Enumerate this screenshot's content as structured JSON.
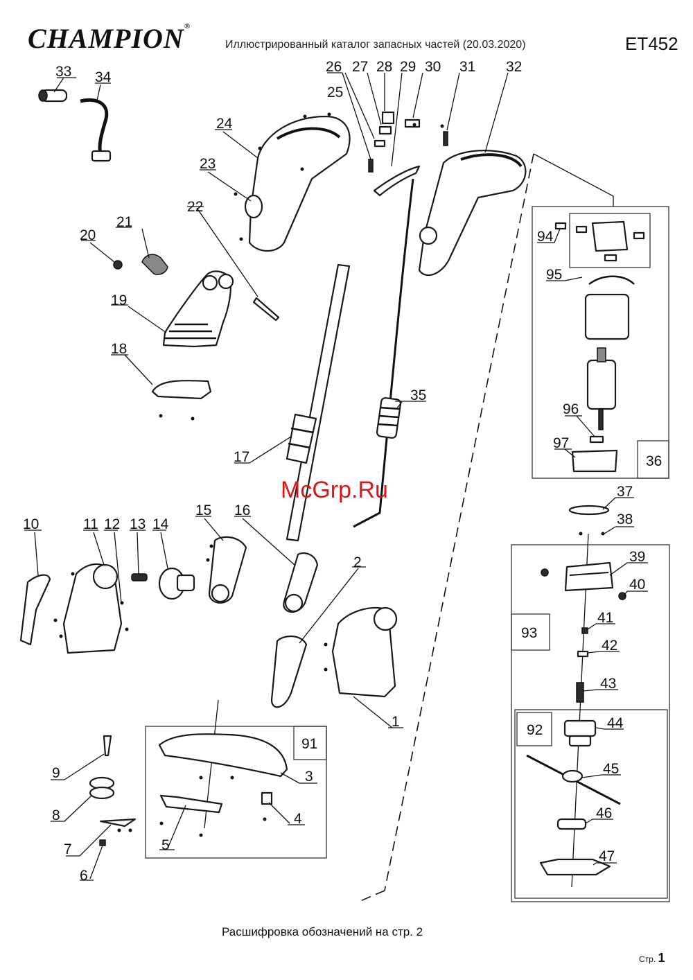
{
  "header": {
    "brand": "CHAMPION",
    "brand_mark": "®",
    "title": "Иллюстрированный каталог запасных частей (20.03.2020)",
    "model": "ET452"
  },
  "footer": {
    "note": "Расшифровка обозначений на стр. 2",
    "page_prefix": "Стр.",
    "page_number": "1"
  },
  "watermark": "McGrp.Ru",
  "part_labels": {
    "p1": "1",
    "p2": "2",
    "p3": "3",
    "p4": "4",
    "p5": "5",
    "p6": "6",
    "p7": "7",
    "p8": "8",
    "p9": "9",
    "p10": "10",
    "p11": "11",
    "p12": "12",
    "p13": "13",
    "p14": "14",
    "p15": "15",
    "p16": "16",
    "p17": "17",
    "p18": "18",
    "p19": "19",
    "p20": "20",
    "p21": "21",
    "p22": "22",
    "p23": "23",
    "p24": "24",
    "p25": "25",
    "p26": "26",
    "p27": "27",
    "p28": "28",
    "p29": "29",
    "p30": "30",
    "p31": "31",
    "p32": "32",
    "p33": "33",
    "p34": "34",
    "p35": "35",
    "p36": "36",
    "p37": "37",
    "p38": "38",
    "p39": "39",
    "p40": "40",
    "p41": "41",
    "p42": "42",
    "p43": "43",
    "p44": "44",
    "p45": "45",
    "p46": "46",
    "p47": "47",
    "p91": "91",
    "p92": "92",
    "p93": "93",
    "p94": "94",
    "p95": "95",
    "p96": "96",
    "p97": "97"
  }
}
